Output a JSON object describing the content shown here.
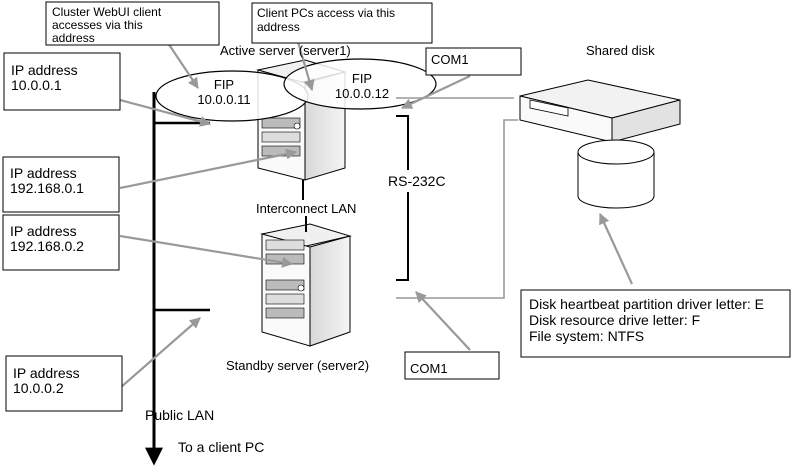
{
  "labels": {
    "webui_note": [
      "Cluster WebUI client",
      "accesses via this",
      "address"
    ],
    "clientpc_note": [
      "Client PCs access via this",
      "address"
    ],
    "active_server": "Active server   (server1)",
    "standby_server": "Standby server (server2)",
    "shared_disk": "Shared disk",
    "fip1_label": "FIP",
    "fip1_value": "10.0.0.11",
    "fip2_label": "FIP",
    "fip2_value": "10.0.0.12",
    "com1_top": "COM1",
    "com1_bottom": "COM1",
    "rs232c": "RS-232C",
    "interconnect_lan": "Interconnect LAN",
    "public_lan": "Public LAN",
    "to_client": "To a client PC"
  },
  "ip_boxes": [
    {
      "label": "IP address",
      "value": "10.0.0.1"
    },
    {
      "label": "IP address",
      "value": "192.168.0.1"
    },
    {
      "label": "IP address",
      "value": "192.168.0.2"
    },
    {
      "label": "IP address",
      "value": "10.0.0.2"
    }
  ],
  "disk_info": [
    "Disk heartbeat partition driver letter: E",
    "Disk resource drive letter: F",
    "File system: NTFS"
  ]
}
